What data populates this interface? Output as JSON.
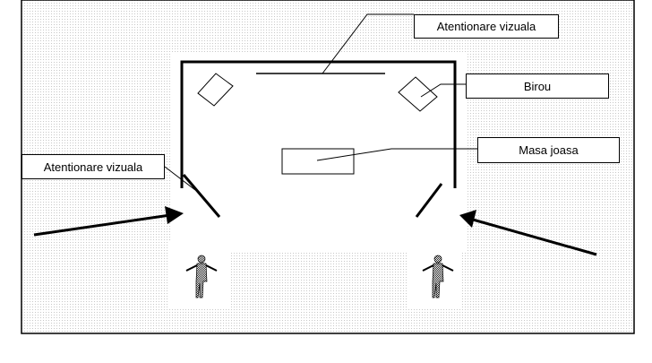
{
  "labels": {
    "top_warning": "Atentionare vizuala",
    "desk": "Birou",
    "low_table": "Masa joasa",
    "side_warning": "Atentionare vizuala"
  }
}
